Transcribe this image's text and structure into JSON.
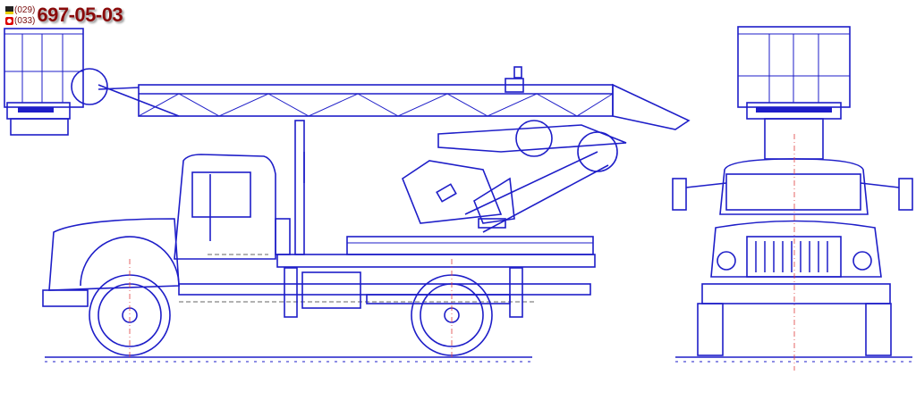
{
  "phone": {
    "codes": [
      "(029)",
      "(033)"
    ],
    "number": "697-05-03",
    "operator_icons": [
      "velcom-icon",
      "mts-icon"
    ]
  },
  "colors": {
    "line": "#1e1ec8",
    "phone_text": "#8a0a0a"
  }
}
